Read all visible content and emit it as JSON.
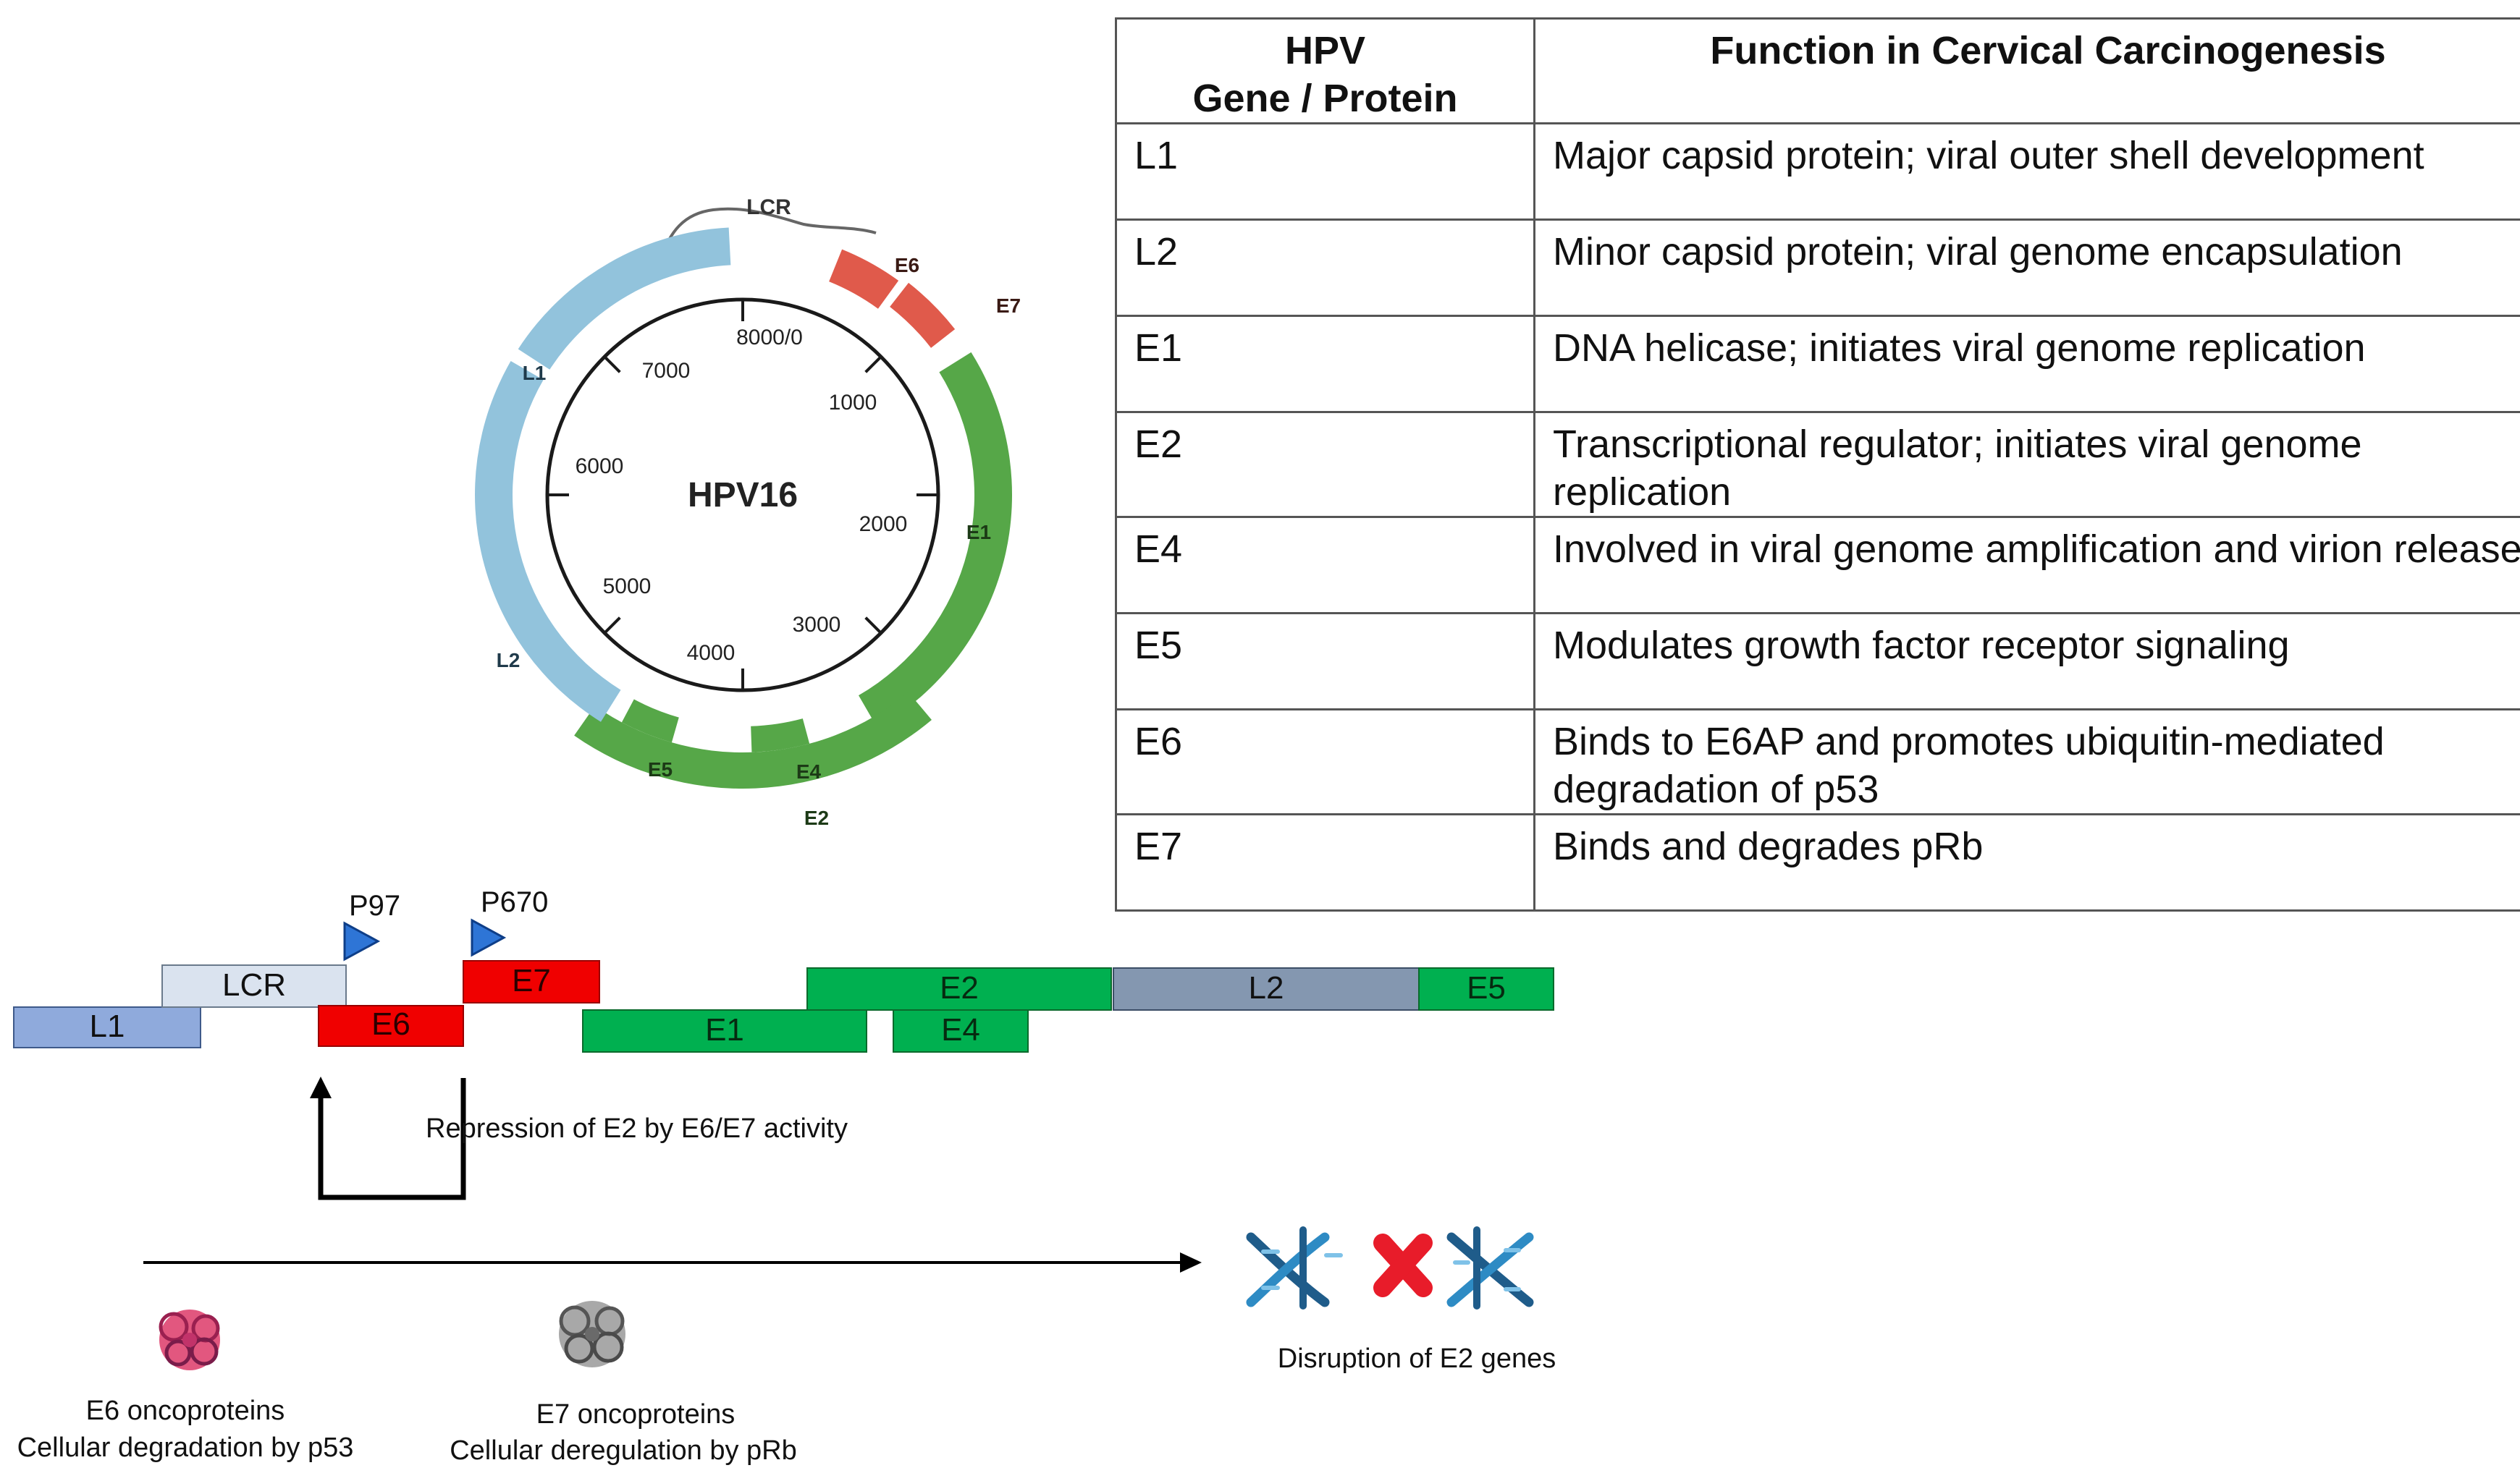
{
  "circle_map": {
    "center_label": "HPV16",
    "ticks": [
      "8000/0",
      "1000",
      "2000",
      "3000",
      "4000",
      "5000",
      "6000",
      "7000"
    ],
    "segments": [
      {
        "id": "lcr",
        "label": "LCR"
      },
      {
        "id": "e6",
        "label": "E6"
      },
      {
        "id": "e7",
        "label": "E7"
      },
      {
        "id": "e1",
        "label": "E1"
      },
      {
        "id": "e2",
        "label": "E2"
      },
      {
        "id": "e4",
        "label": "E4"
      },
      {
        "id": "e5",
        "label": "E5"
      },
      {
        "id": "l2",
        "label": "L2"
      },
      {
        "id": "l1",
        "label": "L1"
      }
    ]
  },
  "linear_map": {
    "promoters": [
      {
        "id": "p97",
        "label": "P97"
      },
      {
        "id": "p670",
        "label": "P670"
      }
    ],
    "genes": [
      {
        "id": "l1",
        "label": "L1"
      },
      {
        "id": "lcr",
        "label": "LCR"
      },
      {
        "id": "e6",
        "label": "E6"
      },
      {
        "id": "e7",
        "label": "E7"
      },
      {
        "id": "e1",
        "label": "E1"
      },
      {
        "id": "e2",
        "label": "E2"
      },
      {
        "id": "e4",
        "label": "E4"
      },
      {
        "id": "l2",
        "label": "L2"
      },
      {
        "id": "e5",
        "label": "E5"
      }
    ],
    "repression_label": "Repression of E2 by E6/E7 activity"
  },
  "pathway": {
    "e6": {
      "line1": "E6 oncoproteins",
      "line2": "Cellular degradation by p53"
    },
    "e7": {
      "line1": "E7 oncoproteins",
      "line2": "Cellular deregulation by pRb"
    },
    "disruption_label": "Disruption of E2 genes"
  },
  "table": {
    "header_gene_line1": "HPV",
    "header_gene_line2": "Gene / Protein",
    "header_function": "Function in Cervical Carcinogenesis",
    "rows": [
      {
        "gene": "L1",
        "function": "Major capsid protein; viral outer shell development"
      },
      {
        "gene": "L2",
        "function": "Minor capsid protein; viral genome encapsulation"
      },
      {
        "gene": "E1",
        "function": "DNA helicase; initiates viral genome replication"
      },
      {
        "gene": "E2",
        "function": "Transcriptional regulator; initiates viral genome replication"
      },
      {
        "gene": "E4",
        "function": "Involved in viral genome amplification and virion release"
      },
      {
        "gene": "E5",
        "function": "Modulates growth factor receptor signaling"
      },
      {
        "gene": "E6",
        "function": "Binds to E6AP and promotes ubiquitin-mediated degradation of p53"
      },
      {
        "gene": "E7",
        "function": "Binds and degrades pRb"
      }
    ]
  },
  "colors": {
    "light_blue": "#92c3dc",
    "green": "#56a748",
    "red": "#e05a4b",
    "lin_l1": "#8faadc",
    "lin_lcr": "#dae3ef",
    "lin_red": "#f00000",
    "lin_green": "#00b050",
    "lin_l2": "#8497b0",
    "promoter": "#2e75d6"
  }
}
